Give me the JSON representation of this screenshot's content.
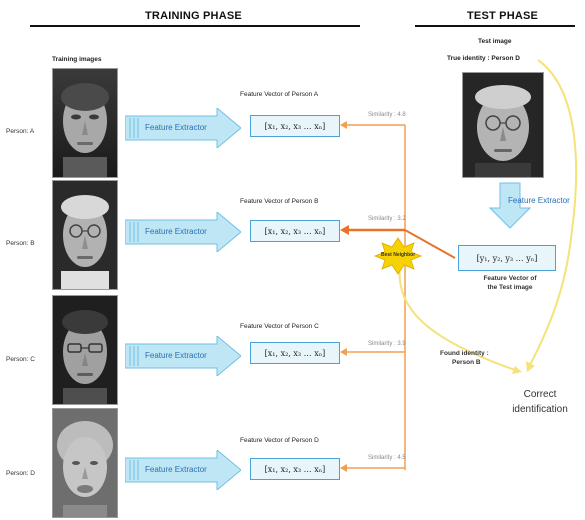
{
  "phases": {
    "training": "TRAINING PHASE",
    "test": "TEST PHASE"
  },
  "training_images_label": "Training images",
  "persons": [
    {
      "label": "Person: A",
      "fv_title": "Feature Vector of Person A",
      "vector": "[x₁, x₂, x₃ … xₙ]",
      "similarity": "Similarity : 4.8"
    },
    {
      "label": "Person: B",
      "fv_title": "Feature Vector of Person B",
      "vector": "[x₁, x₂, x₃ … xₙ]",
      "similarity": "Similarity : 3.2"
    },
    {
      "label": "Person: C",
      "fv_title": "Feature Vector of Person C",
      "vector": "[x₁, x₂, x₃ … xₙ]",
      "similarity": "Similarity : 3.9"
    },
    {
      "label": "Person: D",
      "fv_title": "Feature Vector of Person D",
      "vector": "[x₁, x₂, x₃ … xₙ]",
      "similarity": "Similarity : 4.5"
    }
  ],
  "extractor_label": "Feature Extractor",
  "test": {
    "image_label": "Test image",
    "true_identity": "True identity : Person D",
    "extractor_label": "Feature Extractor",
    "vector": "[y₁, y₂, y₃ … yₙ]",
    "vector_caption_1": "Feature Vector of",
    "vector_caption_2": "the Test image",
    "best_match": "Best Neighbor",
    "found_identity_1": "Found identity :",
    "found_identity_2": "Person B",
    "result_1": "Correct",
    "result_2": "identification"
  },
  "colors": {
    "arrow_blue": "#bfe6f5",
    "arrow_blue_border": "#6fc0e4",
    "orange": "#f0a050",
    "orange_strong": "#e8742a",
    "yellow": "#f4e27a",
    "star": "#f5d200"
  }
}
